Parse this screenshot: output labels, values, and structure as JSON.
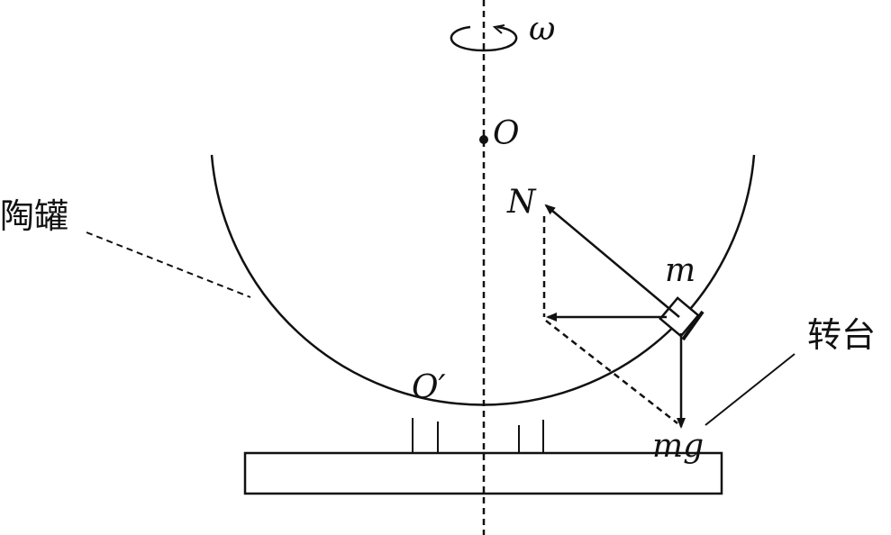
{
  "labels": {
    "omega": "ω",
    "center_o": "O",
    "bottom_o": "O′",
    "normal_force": "N",
    "mass": "m",
    "weight": "mg",
    "jar": "陶罐",
    "turntable": "转台"
  },
  "colors": {
    "ink": "#111111",
    "background": "#ffffff"
  }
}
